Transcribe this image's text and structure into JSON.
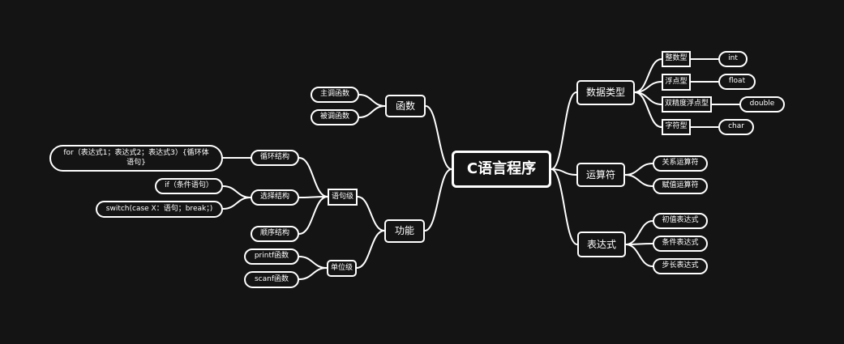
{
  "colors": {
    "background": "#141414",
    "line": "#ffffff",
    "text": "#ffffff"
  },
  "mindmap": {
    "root": "C语言程序",
    "right": [
      {
        "label": "数据类型",
        "children": [
          {
            "label": "整数型",
            "leaf": "int"
          },
          {
            "label": "浮点型",
            "leaf": "float"
          },
          {
            "label": "双精度浮点型",
            "leaf": "double"
          },
          {
            "label": "字符型",
            "leaf": "char"
          }
        ]
      },
      {
        "label": "运算符",
        "children": [
          {
            "label": "关系运算符"
          },
          {
            "label": "赋值运算符"
          }
        ]
      },
      {
        "label": "表达式",
        "children": [
          {
            "label": "初值表达式"
          },
          {
            "label": "条件表达式"
          },
          {
            "label": "步长表达式"
          }
        ]
      }
    ],
    "left": [
      {
        "label": "函数",
        "children": [
          {
            "label": "主调函数"
          },
          {
            "label": "被调函数"
          }
        ]
      },
      {
        "label": "功能",
        "children": [
          {
            "label": "语句级",
            "children": [
              {
                "label": "循环结构",
                "children": [
                  {
                    "label": "for（表达式1；表达式2；表达式3）{循环体语句}"
                  }
                ]
              },
              {
                "label": "选择结构",
                "children": [
                  {
                    "label": "if（条件语句）"
                  },
                  {
                    "label": "switch(case X：语句；break；)"
                  }
                ]
              },
              {
                "label": "顺序结构"
              }
            ]
          },
          {
            "label": "单位级",
            "children": [
              {
                "label": "printf函数"
              },
              {
                "label": "scanf函数"
              }
            ]
          }
        ]
      }
    ]
  }
}
